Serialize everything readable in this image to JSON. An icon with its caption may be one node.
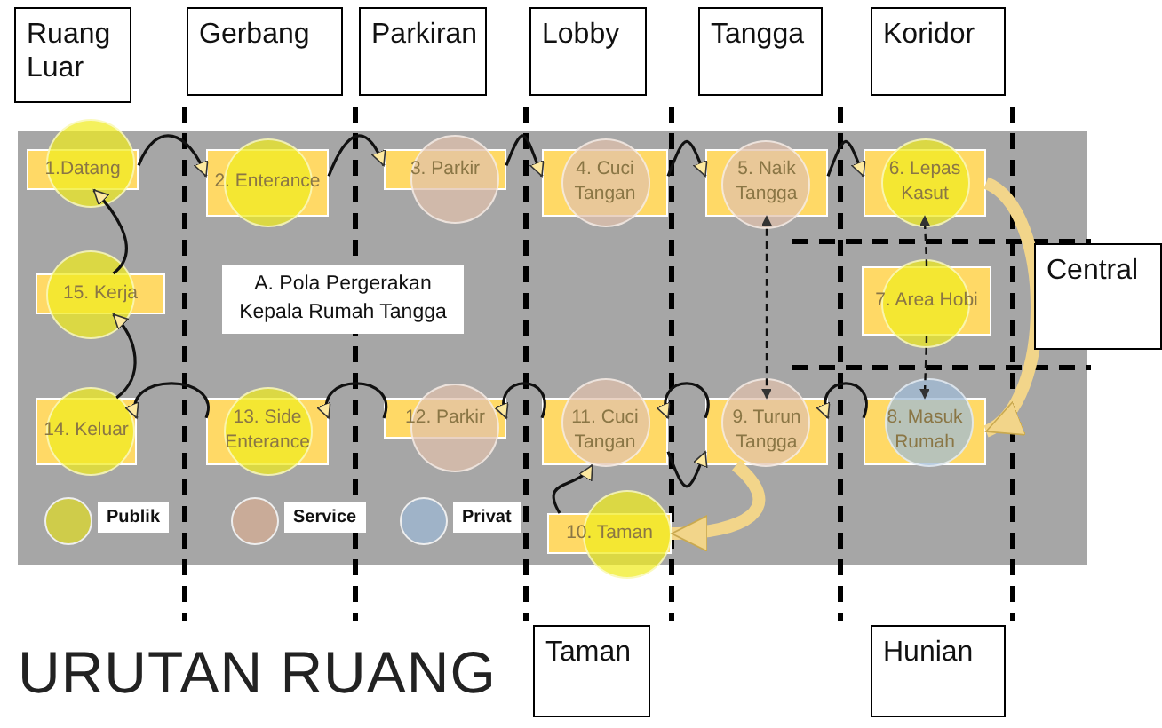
{
  "diagram": {
    "nodes": [
      {
        "text": [
          "Ruang Luar"
        ]
      },
      {
        "text": [
          "Gerbang"
        ]
      },
      {
        "text": [
          "Parkiran"
        ]
      },
      {
        "text": [
          "Lobby"
        ]
      },
      {
        "text": [
          "Tangga"
        ]
      },
      {
        "text": [
          "Koridor"
        ]
      },
      {
        "text": [
          "1.Datang"
        ]
      },
      {
        "text": [
          "2. Enterance"
        ]
      },
      {
        "text": [
          "3. Parkir"
        ]
      },
      {
        "text": [
          "4. Cuci Tangan"
        ]
      },
      {
        "text": [
          "5. Naik Tangga"
        ]
      },
      {
        "text": [
          "6. Lepas Kasut"
        ]
      },
      {
        "text": [
          "Central"
        ]
      },
      {
        "text": [
          "15. Kerja"
        ]
      },
      {
        "text": [
          "A. Pola Pergerakan Kepala Rumah Tangga"
        ]
      },
      {
        "text": [
          "7. Area Hobi"
        ]
      },
      {
        "text": [
          "14. Keluar"
        ]
      },
      {
        "text": [
          "13. Side Enterance"
        ]
      },
      {
        "text": [
          "12. Parkir"
        ]
      },
      {
        "text": [
          "11. Cuci Tangan"
        ]
      },
      {
        "text": [
          "9. Turun Tangga"
        ]
      },
      {
        "text": [
          "8. Masuk Rumah"
        ]
      },
      {
        "text": [
          "10. Taman"
        ]
      },
      {
        "text": [
          "Taman"
        ]
      },
      {
        "text": [
          "Hunian"
        ]
      }
    ],
    "edges": [
      {
        "from": 6,
        "to": 7,
        "arrow": "to"
      },
      {
        "from": 7,
        "to": 8,
        "arrow": "to"
      },
      {
        "from": 8,
        "to": 9,
        "arrow": "to"
      },
      {
        "from": 9,
        "to": 10,
        "arrow": "to"
      },
      {
        "from": 10,
        "to": 11,
        "arrow": "to"
      },
      {
        "from": 11,
        "to": 21,
        "arrow": "to",
        "style": "thick",
        "color": "#f2d58a"
      },
      {
        "from": 15,
        "to": 11,
        "arrow": "to",
        "style": "dashed"
      },
      {
        "from": 15,
        "to": 21,
        "arrow": "to",
        "style": "dashed"
      },
      {
        "from": 10,
        "to": 20,
        "arrow": "both",
        "style": "dashed"
      },
      {
        "from": 21,
        "to": 20,
        "arrow": "to"
      },
      {
        "from": 20,
        "to": 19,
        "arrow": "to"
      },
      {
        "from": 19,
        "to": 20,
        "arrow": "to"
      },
      {
        "from": 20,
        "to": 22,
        "arrow": "to",
        "style": "thick",
        "color": "#f2d58a"
      },
      {
        "from": 22,
        "to": 19,
        "arrow": "to"
      },
      {
        "from": 19,
        "to": 18,
        "arrow": "to"
      },
      {
        "from": 18,
        "to": 17,
        "arrow": "to"
      },
      {
        "from": 17,
        "to": 16,
        "arrow": "to"
      },
      {
        "from": 16,
        "to": 13,
        "arrow": "to"
      },
      {
        "from": 13,
        "to": 6,
        "arrow": "to"
      }
    ],
    "title": "URUTAN RUANG",
    "legend": [
      {
        "text": "Publik",
        "color": "#cfcc4a"
      },
      {
        "text": "Service",
        "color": "#c9ab98"
      },
      {
        "text": "Privat",
        "color": "#9fb3c8"
      }
    ]
  }
}
